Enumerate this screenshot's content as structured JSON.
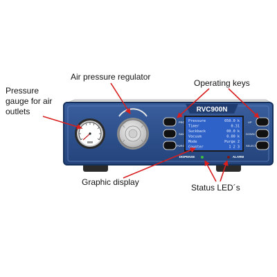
{
  "labels": {
    "pressure_gauge": "Pressure gauge for air outlets",
    "air_regulator": "Air pressure regulator",
    "operating_keys": "Operating keys",
    "graphic_display": "Graphic display",
    "status_leds": "Status LED´s"
  },
  "device": {
    "model": "RVC900N",
    "left_keys": [
      "PROG",
      "SAVE",
      "PURGE"
    ],
    "right_keys": [
      "UP",
      "DOWN",
      "SELECT"
    ],
    "status_labels": [
      "DISPENSE",
      "ALARM"
    ],
    "screen_lines": [
      {
        "label": "Pressure",
        "value": "050.0 k"
      },
      {
        "label": "Timer",
        "value": "0.31"
      },
      {
        "label": "Suckback",
        "value": "00.0 k"
      },
      {
        "label": "Vacuum",
        "value": "0.00 k"
      },
      {
        "label": "Mode",
        "value": "Purge 2"
      },
      {
        "label": "Counter",
        "value": "1 2 3"
      }
    ]
  },
  "colors": {
    "panel": "#2c4f8c",
    "panel_dark": "#1e3a6b",
    "screen": "#2f62c8",
    "arrow": "#d81e1e",
    "led_dispense": "#3fbf3f"
  }
}
